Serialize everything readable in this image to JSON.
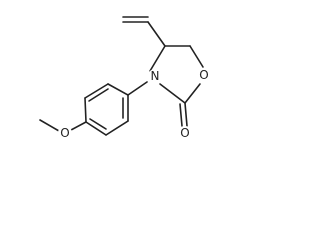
{
  "molecule": {
    "atoms": {
      "N": "N",
      "ring_O": "O",
      "carbonyl_O": "O",
      "ether_O": "O"
    }
  }
}
